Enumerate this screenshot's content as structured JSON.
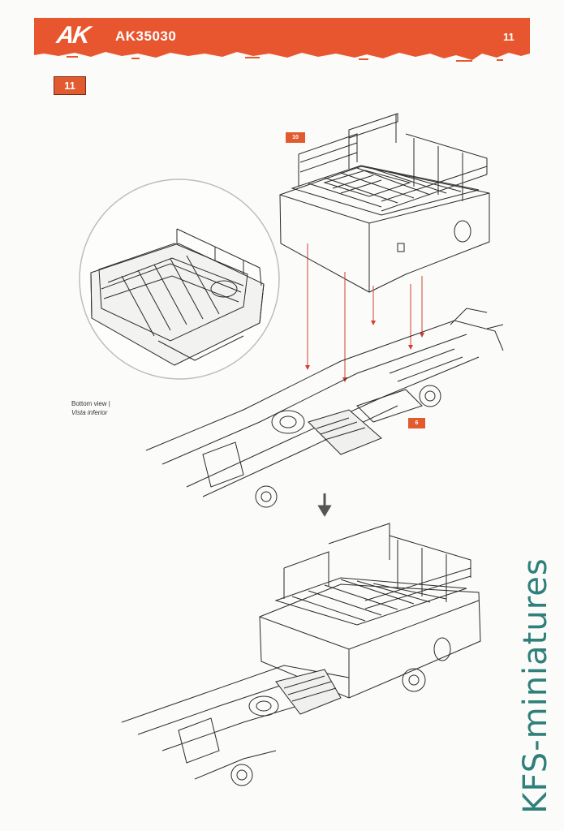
{
  "header": {
    "brand_logo": "AK",
    "product_code": "AK35030",
    "page_number": "11",
    "band_color": "#e8562f"
  },
  "step": {
    "number": "11",
    "ref_badge_top": "10",
    "ref_badge_chassis": "6"
  },
  "detail_view": {
    "caption_line1": "Bottom view |",
    "caption_line2": "Vista inferior"
  },
  "watermark": {
    "text": "KFS-miniatures",
    "color": "#2f7f7a"
  }
}
